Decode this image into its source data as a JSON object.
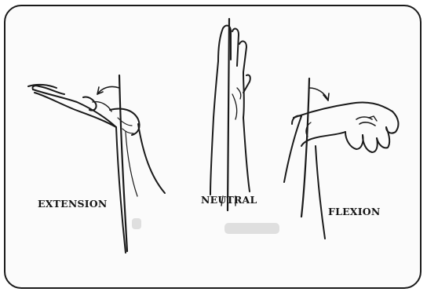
{
  "labels": {
    "extension": "EXTENSION",
    "neutral": "NEUTRAL",
    "flexion": "FLEXION"
  },
  "colors": {
    "line": "#1a1a1a",
    "background": "#fbfbfb",
    "frame": "#1a1a1a"
  }
}
